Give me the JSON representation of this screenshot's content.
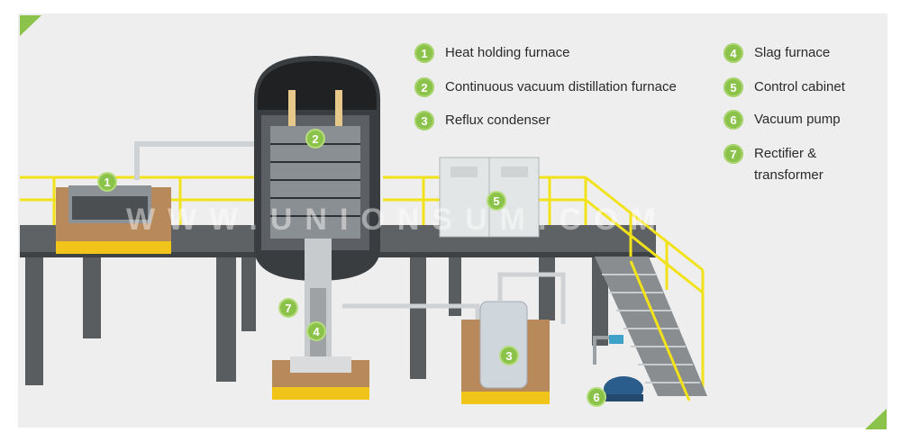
{
  "legend": [
    {
      "num": "1",
      "label": "Heat holding furnace"
    },
    {
      "num": "2",
      "label": "Continuous vacuum distillation furnace"
    },
    {
      "num": "3",
      "label": "Reflux condenser"
    },
    {
      "num": "4",
      "label": "Slag furnace"
    },
    {
      "num": "5",
      "label": "Control cabinet"
    },
    {
      "num": "6",
      "label": "Vacuum pump"
    },
    {
      "num": "7",
      "label": "Rectifier &\ntransformer"
    }
  ],
  "markers": [
    "1",
    "2",
    "3",
    "4",
    "5",
    "6",
    "7"
  ],
  "watermark": "WWW.UNIONSUM.COM",
  "colors": {
    "accent_green": "#8bc34a",
    "railing_yellow": "#f2e21a",
    "platform_gray": "#6b6e70",
    "furnace_yellow": "#f0c419",
    "furnace_brown": "#b8895a"
  }
}
